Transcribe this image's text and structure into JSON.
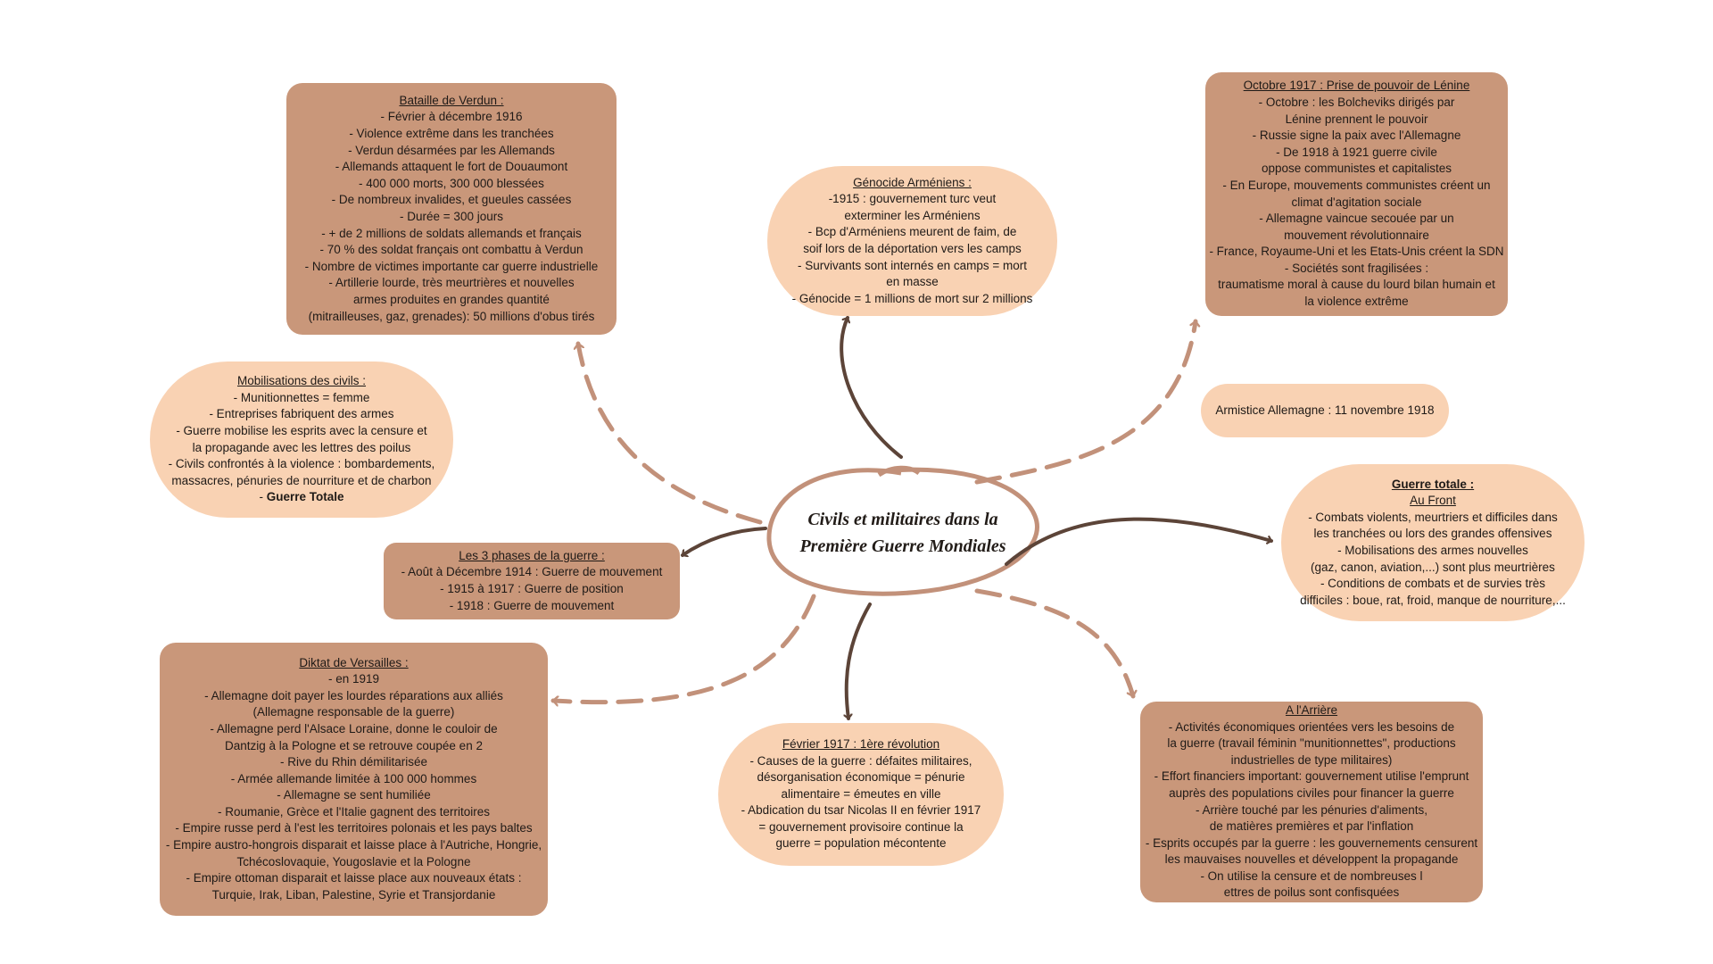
{
  "center": {
    "title_lines": [
      "Civils et militaires dans la",
      "Première Guerre Mondiales"
    ]
  },
  "colors": {
    "dark_box": "#c9977a",
    "light_box": "#f9d2b3",
    "solid_arrow": "#5c4438",
    "dashed_arrow": "#c2917a",
    "center_outline": "#c2917a"
  },
  "boxes": {
    "verdun": {
      "title": "Bataille de Verdun :",
      "lines": [
        "- Février à décembre 1916",
        "- Violence extrême dans les tranchées",
        "- Verdun désarmées par les Allemands",
        "- Allemands attaquent le fort de Douaumont",
        "- 400 000 morts, 300 000 blessées",
        "- De nombreux invalides, et gueules cassées",
        "- Durée = 300 jours",
        "- + de 2 millions de soldats allemands et français",
        "- 70 % des soldat français ont combattu à Verdun",
        "- Nombre de victimes importante car guerre industrielle",
        "- Artillerie lourde, très meurtrières et nouvelles",
        "armes produites en grandes quantité",
        "(mitrailleuses, gaz, grenades): 50 millions d'obus tirés"
      ]
    },
    "genocide": {
      "title": "Génocide Arméniens :",
      "lines": [
        "-1915 : gouvernement turc veut",
        "exterminer les Arméniens",
        "- Bcp d'Arméniens meurent de faim, de",
        "soif lors de la déportation vers les camps",
        "- Survivants sont internés en camps = mort",
        "en masse",
        "- Génocide = 1 millions de mort sur 2 millions"
      ]
    },
    "octobre": {
      "title": "Octobre 1917 : Prise de pouvoir de Lénine",
      "lines": [
        "- Octobre : les Bolcheviks dirigés par",
        "Lénine prennent le pouvoir",
        "- Russie signe la paix avec l'Allemagne",
        "- De 1918 à 1921 guerre civile",
        "oppose communistes et capitalistes",
        "- En Europe, mouvements communistes créent un",
        "climat d'agitation sociale",
        "- Allemagne vaincue secouée par un",
        "mouvement révolutionnaire",
        "- France, Royaume-Uni et les Etats-Unis créent la SDN",
        "- Sociétés sont fragilisées :",
        "traumatisme moral à cause du lourd bilan humain et",
        "la violence extrême"
      ]
    },
    "armistice": {
      "text": "Armistice Allemagne : 11 novembre 1918"
    },
    "mobilisations": {
      "title": "Mobilisations des civils :",
      "lines": [
        "- Munitionnettes = femme",
        "- Entreprises fabriquent des armes",
        "- Guerre mobilise les esprits avec la censure et",
        "la propagande avec les lettres des poilus",
        "- Civils confrontés à la violence : bombardements,",
        "massacres, pénuries de nourriture et de charbon"
      ],
      "last_prefix": "- ",
      "last_bold": "Guerre Totale"
    },
    "phases": {
      "title": "Les 3 phases de la guerre :",
      "lines": [
        "- Août à Décembre 1914 : Guerre de mouvement",
        "- 1915 à 1917 : Guerre de position",
        "- 1918 : Guerre de mouvement"
      ]
    },
    "guerre_totale": {
      "title": "Guerre totale :",
      "subtitle": "Au Front",
      "lines": [
        "- Combats violents, meurtriers et difficiles dans",
        "les tranchées ou lors des grandes offensives",
        "- Mobilisations des armes nouvelles",
        "(gaz, canon, aviation,...) sont plus meurtrières",
        "- Conditions de combats et de survies très",
        "difficiles : boue, rat, froid, manque de nourriture,..."
      ]
    },
    "diktat": {
      "title": "Diktat de Versailles :",
      "lines": [
        "- en 1919",
        "- Allemagne doit payer les lourdes réparations aux alliés",
        "(Allemagne responsable de la guerre)",
        "- Allemagne perd l'Alsace Loraine, donne le couloir de",
        "Dantzig à la Pologne et se retrouve coupée en 2",
        "- Rive du Rhin démilitarisée",
        "- Armée allemande limitée à 100 000 hommes",
        "- Allemagne se sent humiliée",
        "- Roumanie, Grèce et l'Italie gagnent des territoires",
        "- Empire russe perd à l'est les territoires polonais et les pays baltes",
        "- Empire austro-hongrois disparait et laisse place à l'Autriche, Hongrie,",
        "Tchécoslovaquie, Yougoslavie et la Pologne",
        "- Empire ottoman disparait et laisse place aux nouveaux états :",
        "Turquie, Irak, Liban, Palestine, Syrie et Transjordanie"
      ]
    },
    "fevrier": {
      "title": "Février 1917 : 1ère révolution",
      "lines": [
        "- Causes de la guerre : défaites militaires,",
        "désorganisation économique = pénurie",
        "alimentaire = émeutes en ville",
        "- Abdication du tsar Nicolas II en février 1917",
        "= gouvernement provisoire continue la",
        "guerre = population mécontente"
      ]
    },
    "arriere": {
      "title": "A l'Arrière",
      "lines": [
        "- Activités économiques orientées vers les besoins de",
        "la guerre (travail féminin \"munitionnettes\", productions",
        "industrielles de type militaires)",
        "- Effort financiers important: gouvernement utilise l'emprunt",
        "auprès des populations civiles pour financer la guerre",
        "- Arrière touché par les pénuries d'aliments,",
        "de matières premières et par l'inflation",
        "- Esprits occupés par la guerre : les gouvernements censurent",
        "les mauvaises nouvelles et développent la propagande",
        "- On utilise la censure et de nombreuses l",
        "ettres de poilus sont confisquées"
      ]
    }
  }
}
